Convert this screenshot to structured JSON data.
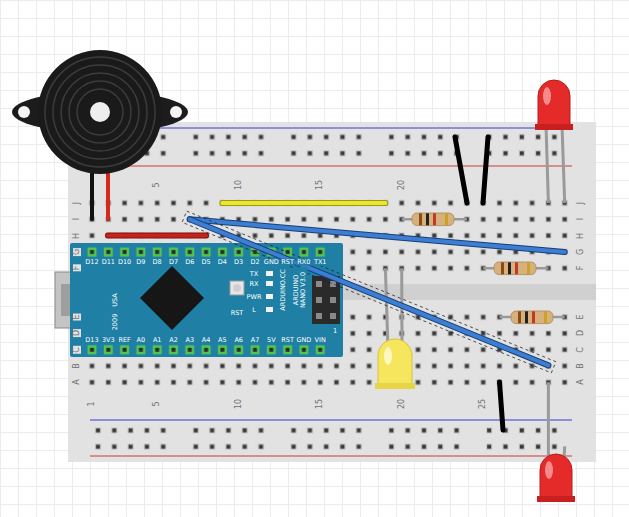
{
  "diagram": {
    "nodes": [
      {
        "text": [
          "D12",
          "D11",
          "D10",
          "D9",
          "D8",
          "D7",
          "D6",
          "D5",
          "D4",
          "D3",
          "D2",
          "GND",
          "RST",
          "RX0",
          "TX1",
          "D13",
          "3V3",
          "REF",
          "A0",
          "A1",
          "A2",
          "A3",
          "A4",
          "A5",
          "A6",
          "A7",
          "5V",
          "RST",
          "GND",
          "VIN",
          "ARDUINO NANO V3.0",
          "ARDUINO.CC",
          "USA",
          "2009",
          "TX",
          "RX",
          "PWR",
          "L",
          "RST",
          "1"
        ]
      }
    ],
    "labels": [
      "5",
      "10",
      "15",
      "20",
      "1",
      "5",
      "10",
      "15",
      "20",
      "25",
      "J",
      "I",
      "H",
      "G",
      "F",
      "E",
      "D",
      "C",
      "B",
      "A",
      "J",
      "I",
      "H",
      "G",
      "F",
      "E",
      "D",
      "C",
      "B",
      "A"
    ]
  }
}
